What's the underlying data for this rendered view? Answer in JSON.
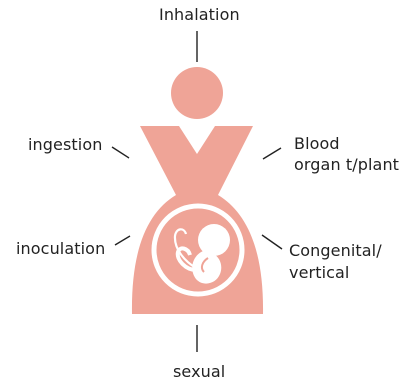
{
  "diagram": {
    "fill_color": "#efa497",
    "line_color": "#222222",
    "labels": {
      "top": "Inhalation",
      "upper_left": "ingestion",
      "upper_right": "Blood\norgan t/plant",
      "lower_left": "inoculation",
      "lower_right": "Congenital/\nvertical",
      "bottom": "sexual"
    },
    "icons": {
      "figure": "pregnant-woman-icon",
      "fetus": "fetus-icon"
    }
  }
}
